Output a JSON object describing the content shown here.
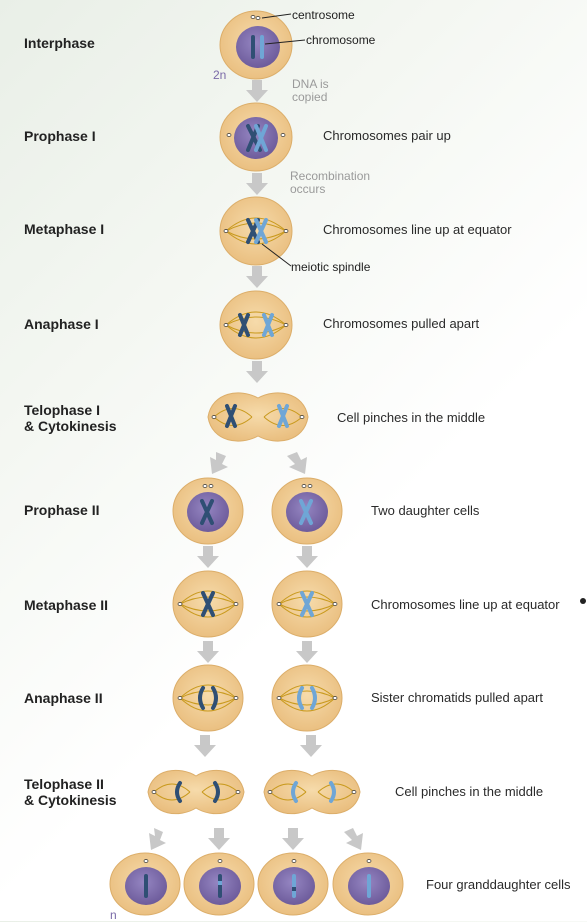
{
  "stages": [
    {
      "name": "Interphase",
      "desc": ""
    },
    {
      "name": "Prophase I",
      "desc": "Chromosomes pair up"
    },
    {
      "name": "Metaphase I",
      "desc": "Chromosomes line up at equator"
    },
    {
      "name": "Anaphase I",
      "desc": "Chromosomes pulled apart"
    },
    {
      "name": "Telophase I\n& Cytokinesis",
      "desc": "Cell pinches in the middle"
    },
    {
      "name": "Prophase II",
      "desc": "Two daughter cells"
    },
    {
      "name": "Metaphase II",
      "desc": "Chromosomes line up at equator"
    },
    {
      "name": "Anaphase II",
      "desc": "Sister chromatids pulled apart"
    },
    {
      "name": "Telophase II\n& Cytokinesis",
      "desc": "Cell pinches in the middle"
    },
    {
      "name": "",
      "desc": "Four granddaughter cells"
    }
  ],
  "transitions": {
    "dna_copied": "DNA is\ncopied",
    "recombination": "Recombination\noccurs"
  },
  "labels": {
    "centrosome": "centrosome",
    "chromosome": "chromosome",
    "meiotic_spindle": "meiotic spindle",
    "ploidy_diploid": "2n",
    "ploidy_haploid": "n"
  },
  "colors": {
    "cell_fill": "#efc98d",
    "cell_edge": "#d9a862",
    "nucleus": "#7a68a8",
    "chromosome_dark": "#2f4f74",
    "chromosome_light": "#6fa6d6",
    "spindle": "#c99a1e",
    "arrow": "#c8c8c8"
  }
}
